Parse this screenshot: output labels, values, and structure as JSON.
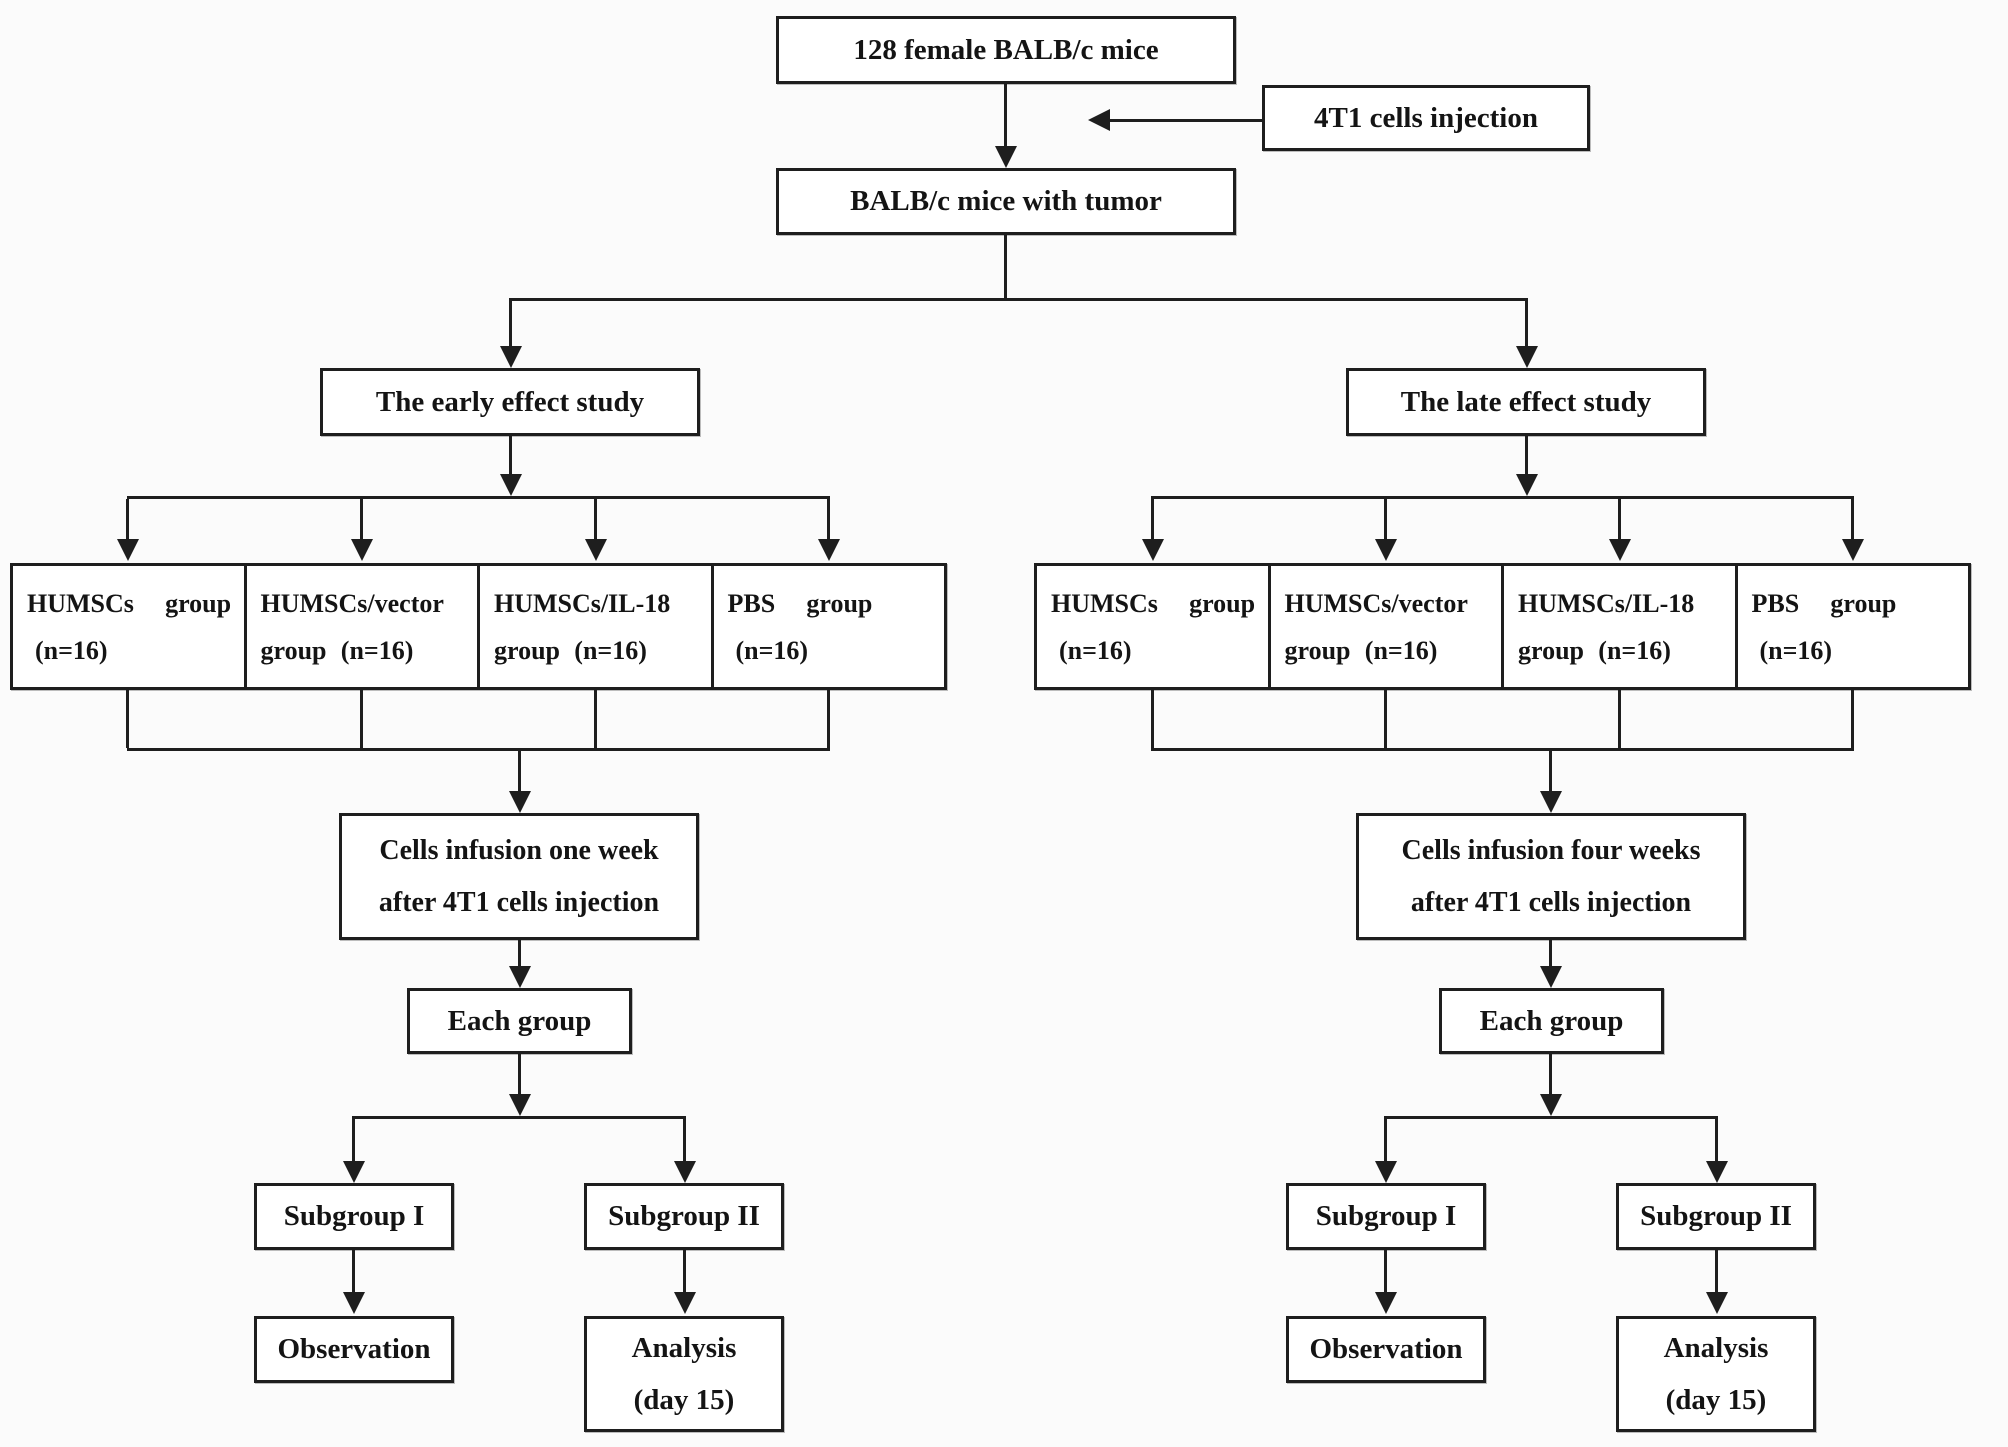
{
  "figure": {
    "description": "Experimental design flowchart: 128 female BALB/c mice, early and late effect studies"
  },
  "colors": {
    "line": "#1e1e1e",
    "box-border": "#1e1e1e",
    "box-bg": "#ffffff",
    "canvas-bg": "#fbfbfb",
    "text": "#141414"
  },
  "nodes": {
    "mice": "128 female BALB/c mice",
    "injection": "4T1 cells injection",
    "tumor": "BALB/c mice with tumor",
    "early_study": "The early effect study",
    "late_study": "The late effect study",
    "cells_infusion_early": {
      "line1": "Cells infusion one week",
      "line2": "after 4T1 cells injection"
    },
    "cells_infusion_late": {
      "line1": "Cells infusion four weeks",
      "line2": "after 4T1 cells injection"
    },
    "each_group": "Each group",
    "subgroup1": "Subgroup I",
    "subgroup2": "Subgroup II",
    "observation": "Observation",
    "analysis": {
      "line1": "Analysis",
      "line2": "(day 15)"
    }
  },
  "groups": [
    {
      "line1": "HUMSCs group",
      "line2": "(n=16)"
    },
    {
      "line1": "HUMSCs/vector",
      "line2": "group (n=16)"
    },
    {
      "line1": "HUMSCs/IL-18",
      "line2": "group (n=16)"
    },
    {
      "line1": "PBS group",
      "line2": "(n=16)"
    }
  ]
}
